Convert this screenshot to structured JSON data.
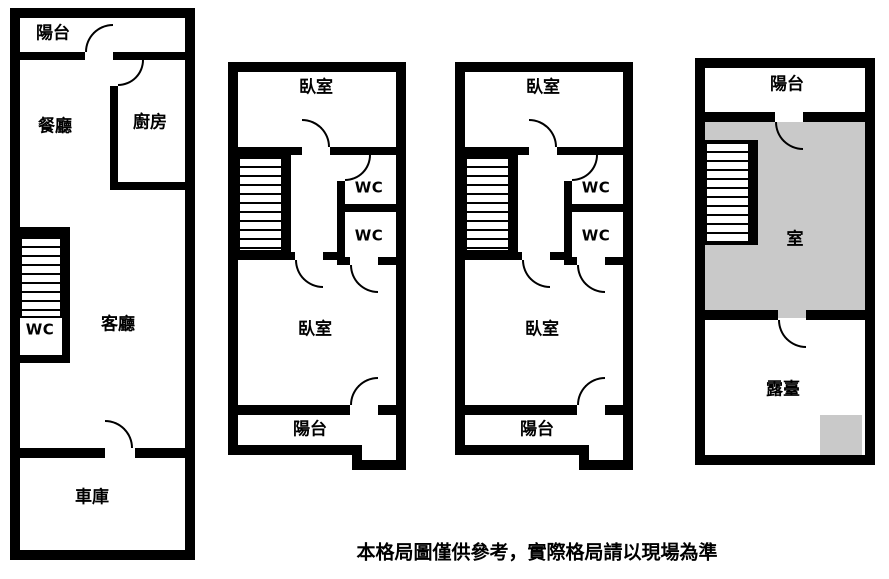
{
  "colors": {
    "wall": "#000000",
    "background": "#ffffff",
    "shaded_room": "#c9c9c9"
  },
  "floors": [
    {
      "rooms": {
        "balcony": "陽台",
        "dining": "餐廳",
        "kitchen": "廚房",
        "wc": "WC",
        "living": "客廳",
        "garage": "車庫"
      }
    },
    {
      "rooms": {
        "bedroom_top": "臥室",
        "wc_upper": "WC",
        "wc_lower": "WC",
        "bedroom_bottom": "臥室",
        "balcony": "陽台"
      }
    },
    {
      "rooms": {
        "bedroom_top": "臥室",
        "wc_upper": "WC",
        "wc_lower": "WC",
        "bedroom_bottom": "臥室",
        "balcony": "陽台"
      }
    },
    {
      "rooms": {
        "balcony": "陽台",
        "room": "室",
        "terrace": "露臺"
      }
    }
  ],
  "footer": {
    "disclaimer": "本格局圖僅供參考，實際格局請以現場為準"
  }
}
